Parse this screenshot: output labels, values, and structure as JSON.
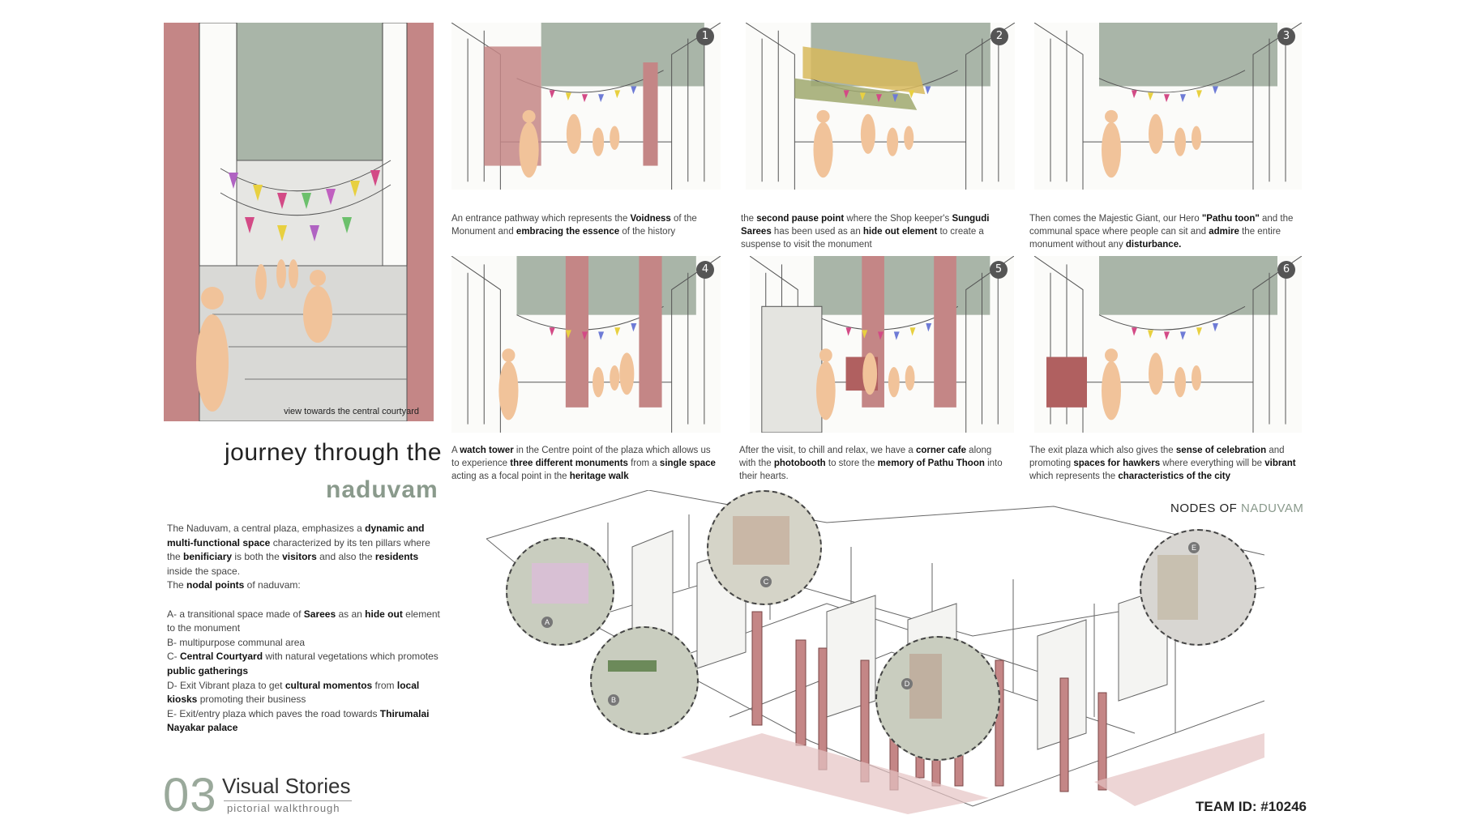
{
  "hero": {
    "caption": "view towards the central courtyard"
  },
  "panels": [
    {
      "number": "1",
      "caption": [
        [
          "An entrance pathway which represents the ",
          false
        ],
        [
          "Voidness",
          true
        ],
        [
          " of the Monument and ",
          false
        ],
        [
          "embracing the essence",
          true
        ],
        [
          " of the history",
          false
        ]
      ]
    },
    {
      "number": "2",
      "caption": [
        [
          "the ",
          false
        ],
        [
          "second pause point",
          true
        ],
        [
          " where the Shop keeper's ",
          false
        ],
        [
          "Sungudi Sarees",
          true
        ],
        [
          " has been used as an ",
          false
        ],
        [
          "hide out element",
          true
        ],
        [
          " to create a suspense to visit the monument",
          false
        ]
      ]
    },
    {
      "number": "3",
      "caption": [
        [
          "Then comes the Majestic Giant, our Hero ",
          false
        ],
        [
          "\"Pathu toon\"",
          true
        ],
        [
          " and the communal space where people can sit and ",
          false
        ],
        [
          "admire",
          true
        ],
        [
          " the entire monument without any ",
          false
        ],
        [
          "disturbance.",
          true
        ]
      ]
    },
    {
      "number": "4",
      "caption": [
        [
          "A ",
          false
        ],
        [
          "watch tower",
          true
        ],
        [
          " in the Centre point of the plaza which allows us to experience ",
          false
        ],
        [
          "three different monuments",
          true
        ],
        [
          " from a ",
          false
        ],
        [
          "single space",
          true
        ],
        [
          " acting as a focal point in the ",
          false
        ],
        [
          "heritage walk",
          true
        ]
      ]
    },
    {
      "number": "5",
      "caption": [
        [
          "After the visit, to chill and relax, we have a ",
          false
        ],
        [
          "corner cafe",
          true
        ],
        [
          " along with the ",
          false
        ],
        [
          "photobooth",
          true
        ],
        [
          " to store the ",
          false
        ],
        [
          "memory of Pathu Thoon",
          true
        ],
        [
          " into their hearts.",
          false
        ]
      ]
    },
    {
      "number": "6",
      "caption": [
        [
          "The exit plaza which also gives the ",
          false
        ],
        [
          "sense of celebration",
          true
        ],
        [
          " and promoting ",
          false
        ],
        [
          "spaces for hawkers",
          true
        ],
        [
          " where everything will be ",
          false
        ],
        [
          "vibrant",
          true
        ],
        [
          " which represents the ",
          false
        ],
        [
          "characteristics of the city",
          true
        ]
      ]
    }
  ],
  "heading": {
    "line1": "journey through the",
    "line2": "naduvam"
  },
  "description": [
    [
      [
        "The Naduvam, a central plaza, emphasizes a ",
        false
      ],
      [
        "dynamic and multi-functional space",
        true
      ],
      [
        " characterized by its ten pillars where the ",
        false
      ],
      [
        "benificiary",
        true
      ],
      [
        " is both the ",
        false
      ],
      [
        "visitors",
        true
      ],
      [
        " and also the ",
        false
      ],
      [
        "residents",
        true
      ],
      [
        " inside the space.",
        false
      ]
    ],
    [
      [
        "The ",
        false
      ],
      [
        "nodal points",
        true
      ],
      [
        " of naduvam:",
        false
      ]
    ],
    [
      [
        "",
        false
      ]
    ],
    [
      [
        "A- a transitional space made of ",
        false
      ],
      [
        "Sarees",
        true
      ],
      [
        " as an ",
        false
      ],
      [
        "hide out",
        true
      ],
      [
        " element to the monument",
        false
      ]
    ],
    [
      [
        "B- multipurpose communal area",
        false
      ]
    ],
    [
      [
        "C- ",
        false
      ],
      [
        "Central Courtyard",
        true
      ],
      [
        " with natural vegetations which promotes ",
        false
      ],
      [
        "public gatherings",
        true
      ]
    ],
    [
      [
        "D- Exit Vibrant plaza to get ",
        false
      ],
      [
        "cultural momentos",
        true
      ],
      [
        " from ",
        false
      ],
      [
        "local kiosks",
        true
      ],
      [
        " promoting their business",
        false
      ]
    ],
    [
      [
        "E- Exit/entry plaza which paves the road towards ",
        false
      ],
      [
        "Thirumalai Nayakar palace",
        true
      ]
    ]
  ],
  "nodes": {
    "title_prefix": "NODES OF ",
    "title_accent": "NADUVAM",
    "labels": [
      "A",
      "B",
      "C",
      "D",
      "E"
    ]
  },
  "footer": {
    "number": "03",
    "title": "Visual Stories",
    "subtitle": "pictorial walkthrough"
  },
  "team_id": "TEAM ID: #10246",
  "colors": {
    "sage": "#a9b5a8",
    "rose": "#c48686",
    "skin": "#f1c39a",
    "accent_text": "#8a9a8c"
  }
}
